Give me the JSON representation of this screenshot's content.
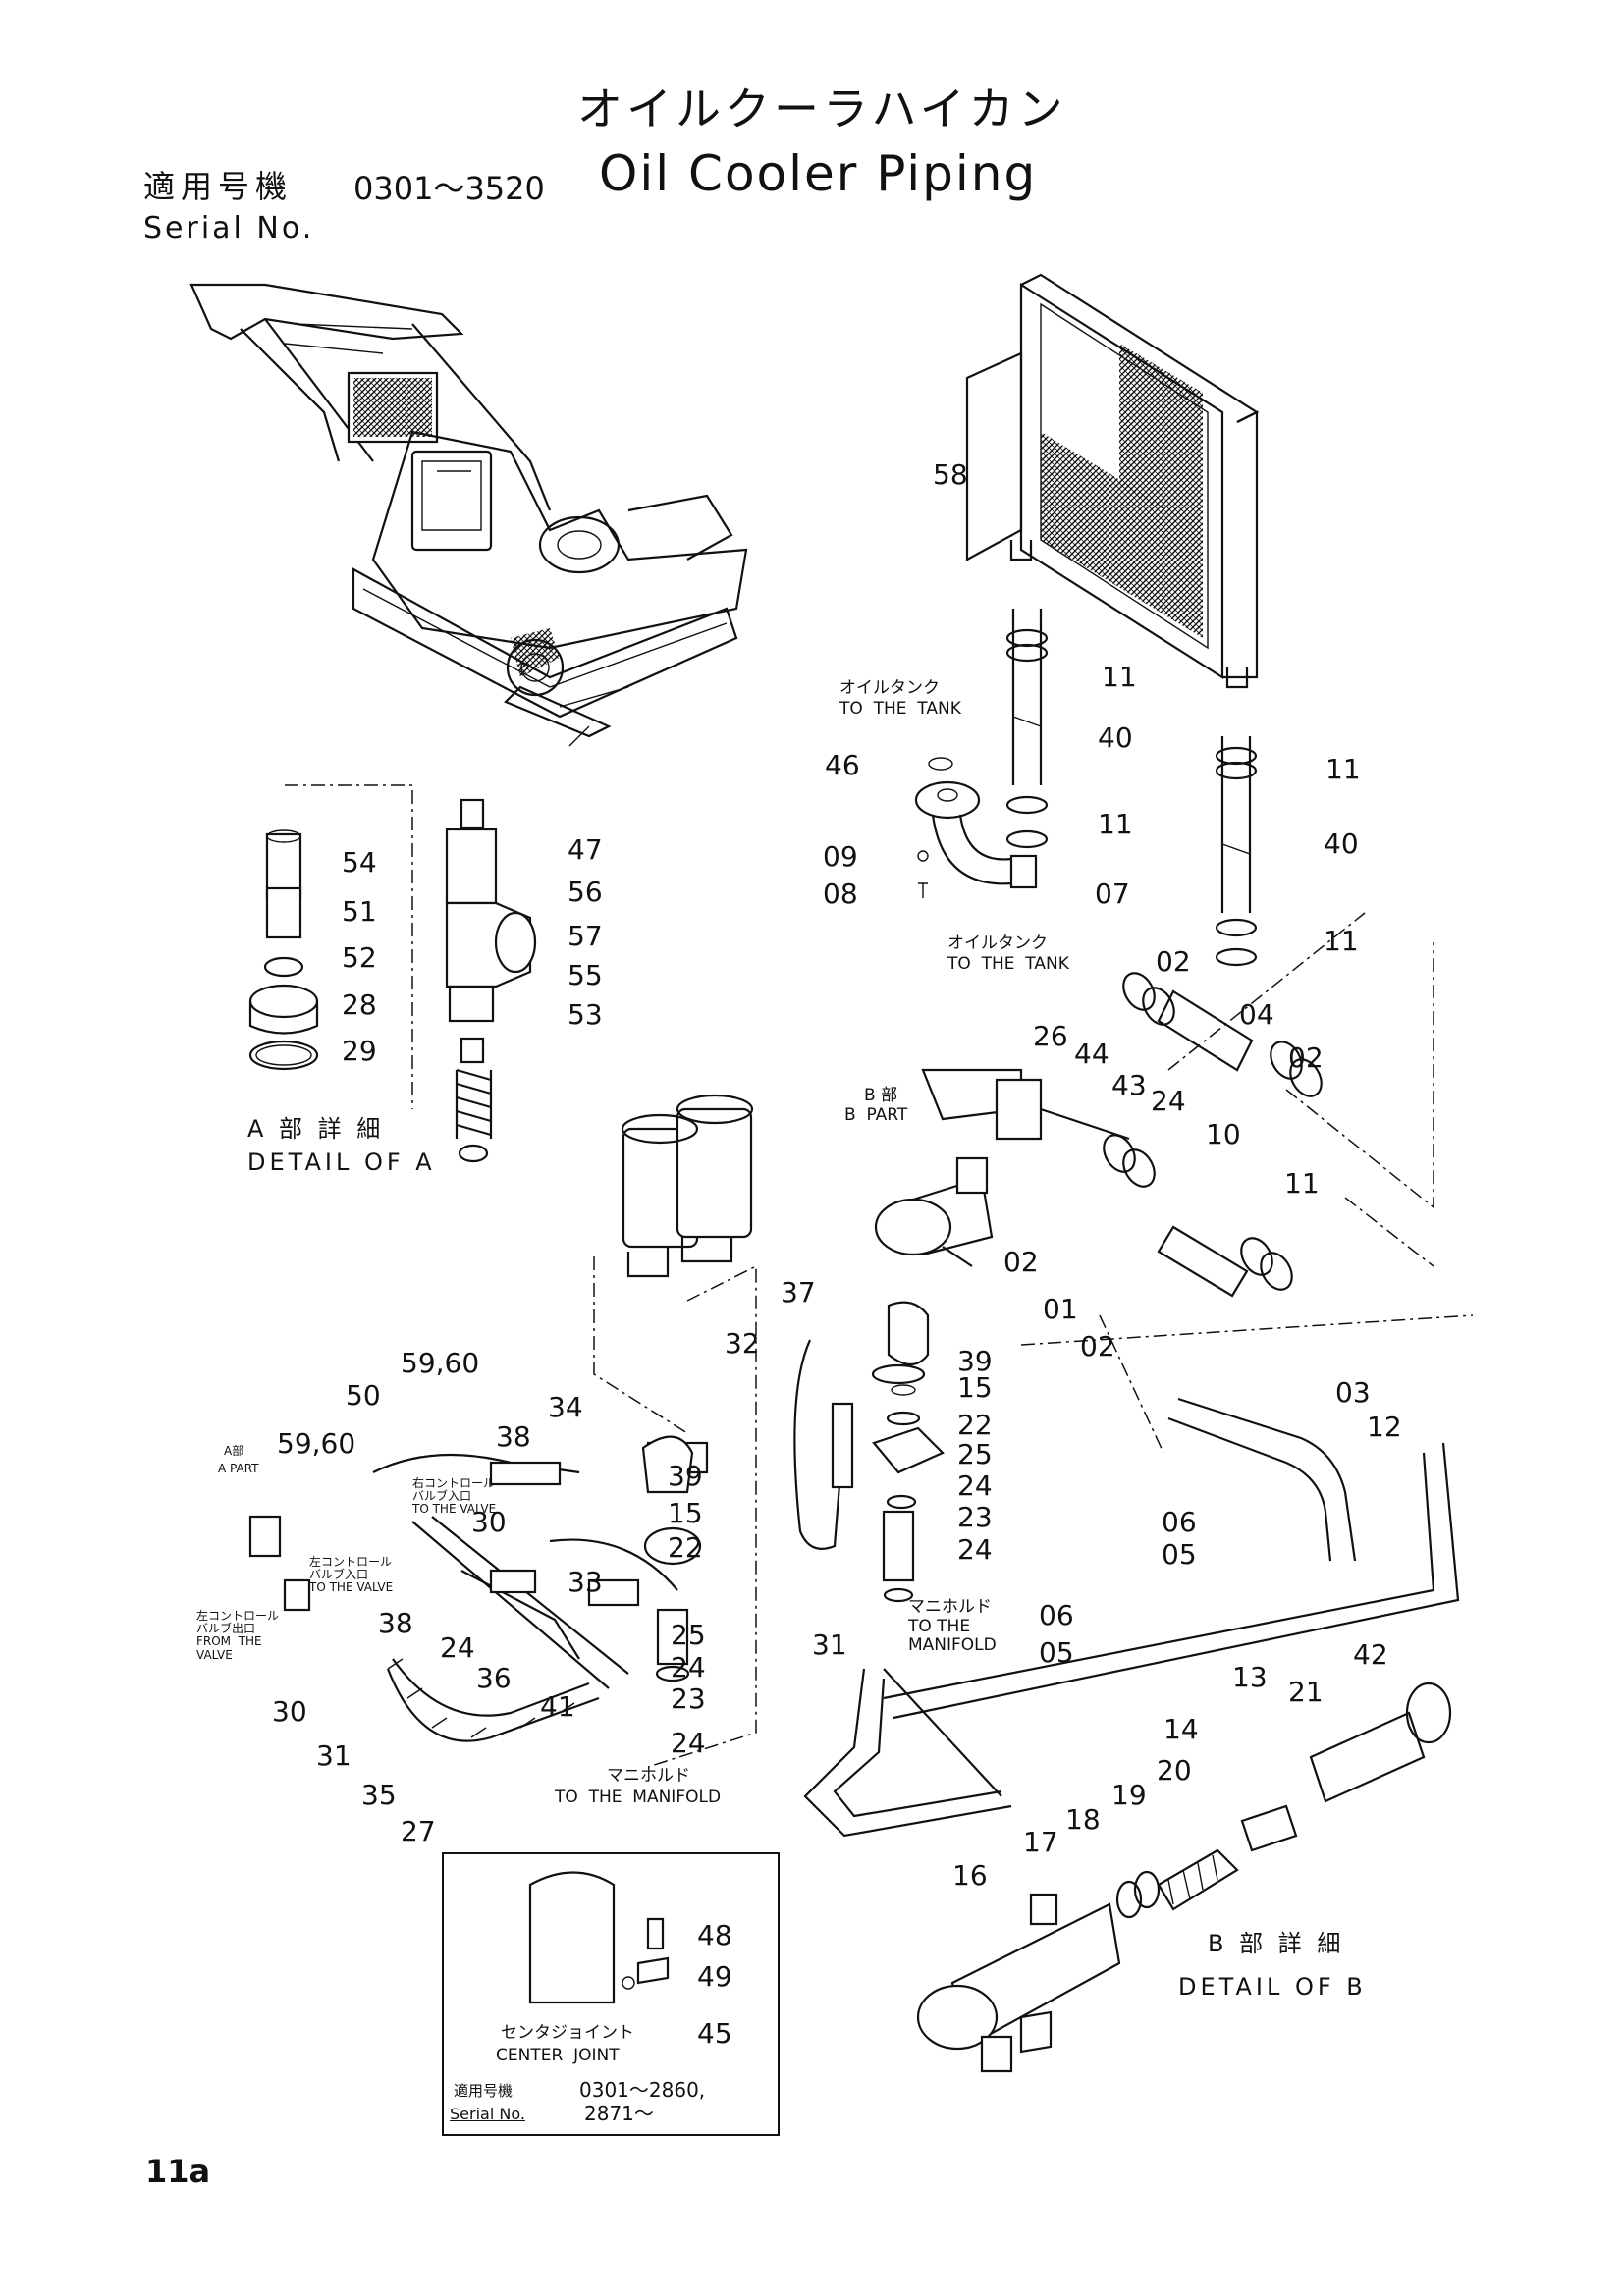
{
  "header": {
    "title_jp": "オイルクーラハイカン",
    "title_en": "Oil Cooler Piping",
    "serial_label_jp": "適用号機",
    "serial_range": "0301～3520",
    "serial_label_en": "Serial No."
  },
  "callouts": {
    "c58": "58",
    "c11a": "11",
    "c40a": "40",
    "c46": "46",
    "c09": "09",
    "c08": "08",
    "c07": "07",
    "c11b": "11",
    "c11c": "11",
    "c40b": "40",
    "c11d": "11",
    "c02a": "02",
    "c04": "04",
    "c02b": "02",
    "c26": "26",
    "c44": "44",
    "c43": "43",
    "c24a": "24",
    "c10": "10",
    "c11e": "11",
    "c02c": "02",
    "c01": "01",
    "c02d": "02",
    "c37": "37",
    "c32": "32",
    "c39a": "39",
    "c15a": "15",
    "c22a": "22",
    "c25a": "25",
    "c24b": "24",
    "c23a": "23",
    "c24c": "24",
    "c03": "03",
    "c12": "12",
    "c06a": "06",
    "c05a": "05",
    "c06b": "06",
    "c05b": "05",
    "c13": "13",
    "c14": "14",
    "c42": "42",
    "c21": "21",
    "c20": "20",
    "c19": "19",
    "c18": "18",
    "c17": "17",
    "c16": "16",
    "c31a": "31",
    "c54": "54",
    "c51": "51",
    "c52": "52",
    "c28": "28",
    "c29": "29",
    "c47": "47",
    "c56": "56",
    "c57": "57",
    "c55": "55",
    "c53": "53",
    "c5960a": "59,60",
    "c50": "50",
    "c5960b": "59,60",
    "c34": "34",
    "c38a": "38",
    "c39b": "39",
    "c15b": "15",
    "c30a": "30",
    "c22b": "22",
    "c33": "33",
    "c38b": "38",
    "c24d": "24",
    "c25b": "25",
    "c24e": "24",
    "c36": "36",
    "c23b": "23",
    "c41": "41",
    "c24f": "24",
    "c30b": "30",
    "c31b": "31",
    "c35": "35",
    "c27": "27",
    "c48": "48",
    "c49": "49",
    "c45": "45"
  },
  "labels": {
    "tank_top_jp": "オイルタンク",
    "tank_top_en": "TO  THE  TANK",
    "tank_mid_jp": "オイルタンク",
    "tank_mid_en": "TO  THE  TANK",
    "bpart_jp": "B 部",
    "bpart_en": "B  PART",
    "apart_jp": "A部",
    "apart_en": "A PART",
    "manifold_small_jp": "マニホルド",
    "manifold_small_en": "TO THE\nMANIFOLD",
    "manifold_big_jp": "マニホルド",
    "manifold_big_en": "TO  THE  MANIFOLD",
    "from_valve": "左コントロール\nバルブ出口\nFROM  THE\nVALVE",
    "to_valve_a": "左コントロール\nバルブ入口\nTO THE VALVE",
    "to_valve_b": "右コントロール\nバルブ入口\nTO THE VALVE",
    "center_jp": "センタジョイント",
    "center_en": "CENTER  JOINT"
  },
  "details": {
    "a_jp": "A 部 詳 細",
    "a_en": "DETAIL  OF  A",
    "b_jp": "B 部 詳 細",
    "b_en": "DETAIL  OF  B"
  },
  "inset": {
    "serial_label_jp": "適用号機",
    "serial_label_en": "Serial No.",
    "range1": "0301～2860,",
    "range2": "2871～"
  },
  "page_number": "11a"
}
